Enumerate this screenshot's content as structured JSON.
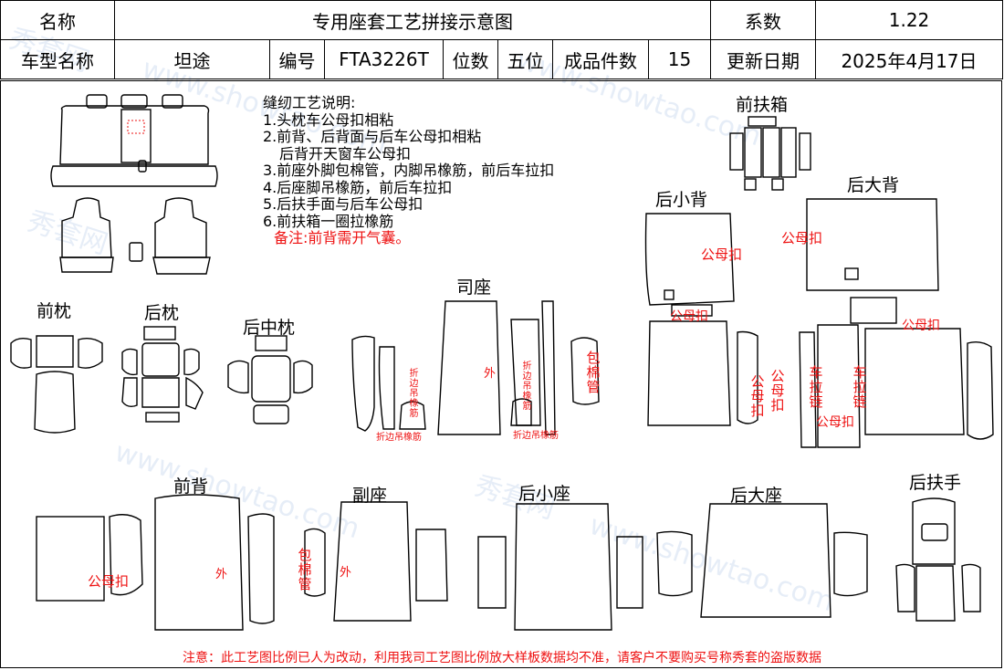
{
  "header": {
    "name_label": "名称",
    "title": "专用座套工艺拼接示意图",
    "coef_label": "系数",
    "coef_value": "1.22",
    "car_label": "车型名称",
    "car_value": "坦途",
    "code_label": "编号",
    "code_value": "FTA3226T",
    "seats_label": "位数",
    "seats_value": "五位",
    "pieces_label": "成品件数",
    "pieces_value": "15",
    "date_label": "更新日期",
    "date_value": "2025年4月17日"
  },
  "notes": {
    "title": "缝纫工艺说明:",
    "items": [
      "1.头枕车公母扣相粘",
      "2.前背、后背面与后车公母扣相粘",
      "后背开天窗车公母扣",
      "3.前座外脚包棉管，内脚吊橡筋，前后车拉扣",
      "4.后座脚吊橡筋，前后车拉扣",
      "5.后扶手面与后车公母扣",
      "6.前扶箱一圈拉橡筋"
    ],
    "remark": "备注:前背需开气囊。"
  },
  "labels": {
    "front_headrest": "前枕",
    "rear_headrest": "后枕",
    "rear_middle_headrest": "后中枕",
    "driver_seat": "司座",
    "front_armbox": "前扶箱",
    "rear_small_back": "后小背",
    "rear_big_back": "后大背",
    "front_back": "前背",
    "passenger_seat": "副座",
    "rear_small_seat": "后小座",
    "rear_big_seat": "后大座",
    "rear_armrest": "后扶手"
  },
  "annotations": {
    "snap": "公母扣",
    "outer": "外",
    "fold_elastic": "折边吊橡筋",
    "cotton_tube": "包棉管",
    "pull_buckle": "车拉链"
  },
  "watermark": {
    "brand": "秀套网",
    "url": "www.showtao.com"
  },
  "footer": "注意：此工艺图比例已人为改动，利用我司工艺图比例放大样板数据均不准，请客户不要购买号称秀套的盗版数据"
}
